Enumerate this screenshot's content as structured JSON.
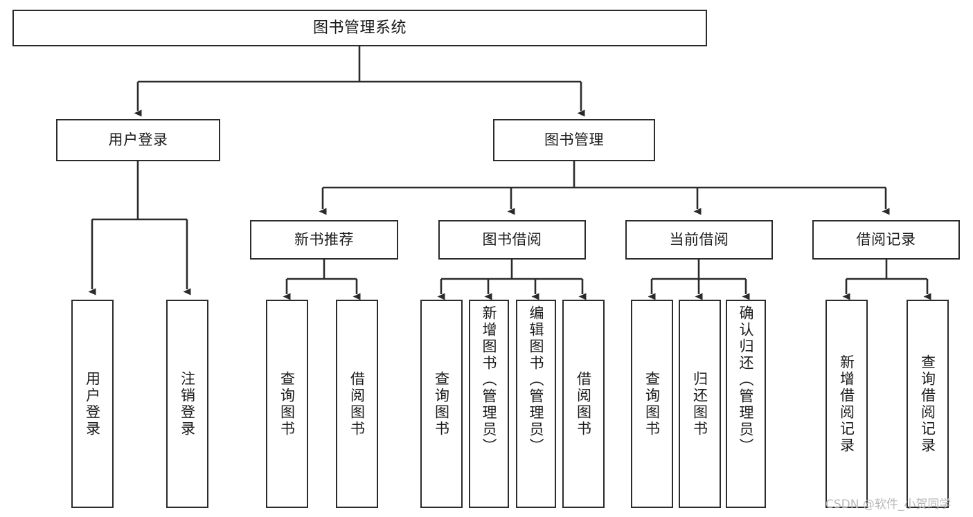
{
  "diagram": {
    "title": "图书管理系统",
    "type": "functional-structure-tree",
    "colors": {
      "background": "#ffffff",
      "box_border": "#2b2b2b",
      "box_fill": "#ffffff",
      "connector": "#2b2b2b",
      "text": "#1a1a1a",
      "watermark": "#b9b9b9"
    }
  },
  "nodes": {
    "root": {
      "label": "图书管理系统"
    },
    "level1": [
      {
        "label": "用户登录"
      },
      {
        "label": "图书管理"
      }
    ],
    "level2": [
      {
        "label": "新书推荐"
      },
      {
        "label": "图书借阅"
      },
      {
        "label": "当前借阅"
      },
      {
        "label": "借阅记录"
      }
    ],
    "leaves": {
      "user_login": [
        {
          "label": "用户登录"
        },
        {
          "label": "注销登录"
        }
      ],
      "new_book_recommend": [
        {
          "label": "查询图书"
        },
        {
          "label": "借阅图书"
        }
      ],
      "book_borrow": [
        {
          "label": "查询图书"
        },
        {
          "label": "新增图书（管理员）"
        },
        {
          "label": "编辑图书（管理员）"
        },
        {
          "label": "借阅图书"
        }
      ],
      "current_borrow": [
        {
          "label": "查询图书"
        },
        {
          "label": "归还图书"
        },
        {
          "label": "确认归还（管理员）"
        }
      ],
      "borrow_record": [
        {
          "label": "新增借阅记录"
        },
        {
          "label": "查询借阅记录"
        }
      ]
    }
  },
  "watermark": {
    "text": "CSDN @软件_小贺同学"
  }
}
